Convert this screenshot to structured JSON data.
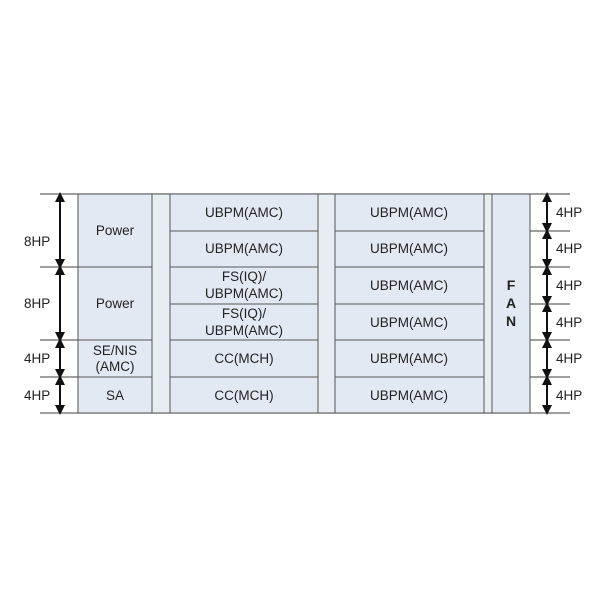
{
  "left_dims": [
    "8HP",
    "8HP",
    "4HP",
    "4HP"
  ],
  "col1": [
    "Power",
    "Power",
    "SE/NIS",
    "(AMC)",
    "SA"
  ],
  "col2": [
    "UBPM(AMC)",
    "UBPM(AMC)",
    "FS(IQ)/",
    "UBPM(AMC)",
    "FS(IQ)/",
    "UBPM(AMC)",
    "CC(MCH)",
    "CC(MCH)"
  ],
  "col3": [
    "UBPM(AMC)",
    "UBPM(AMC)",
    "UBPM(AMC)",
    "UBPM(AMC)",
    "UBPM(AMC)",
    "UBPM(AMC)"
  ],
  "fan": [
    "F",
    "A",
    "N"
  ],
  "right_dims": [
    "4HP",
    "4HP",
    "4HP",
    "4HP",
    "4HP",
    "4HP"
  ]
}
